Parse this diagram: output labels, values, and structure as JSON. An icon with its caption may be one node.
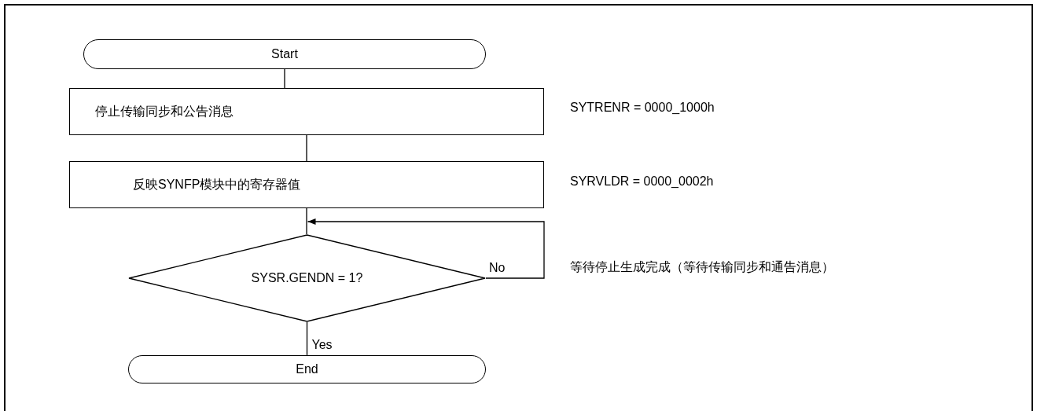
{
  "diagram": {
    "nodes": [
      {
        "text": [
          "Start"
        ]
      },
      {
        "text": [
          "停止传输同步和公告消息"
        ],
        "beside": [
          "SYTRENR = 0000_1000h"
        ]
      },
      {
        "text": [
          "反映SYNFP模块中的寄存器值"
        ],
        "beside": [
          "SYRVLDR = 0000_0002h"
        ]
      },
      {
        "text": [
          "SYSR.GENDN = 1?"
        ]
      },
      {
        "text": [
          "End"
        ]
      }
    ],
    "edges": [
      {
        "from": 0,
        "to": 1,
        "arrow": "none"
      },
      {
        "from": 1,
        "to": 2,
        "arrow": "none"
      },
      {
        "from": 2,
        "to": 3,
        "arrow": "none"
      },
      {
        "from": 3,
        "to": 3,
        "arrow": "to",
        "label": "No"
      },
      {
        "from": 3,
        "to": 4,
        "arrow": "none",
        "label": "Yes"
      }
    ],
    "labels": [
      "等待停止生成完成（等待传输同步和通告消息）"
    ]
  }
}
